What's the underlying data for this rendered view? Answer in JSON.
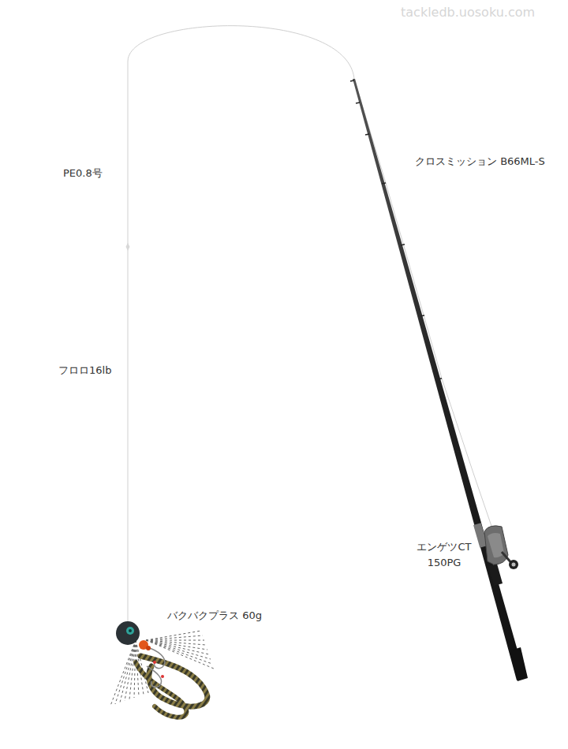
{
  "diagram": {
    "labels": [
      "tackledb.uosoku.com",
      "PE0.8号",
      "フロロ16lb",
      "クロスミッション B66ML-S",
      "エンゲツCT 150PG",
      "バクバクプラス 60g"
    ]
  }
}
